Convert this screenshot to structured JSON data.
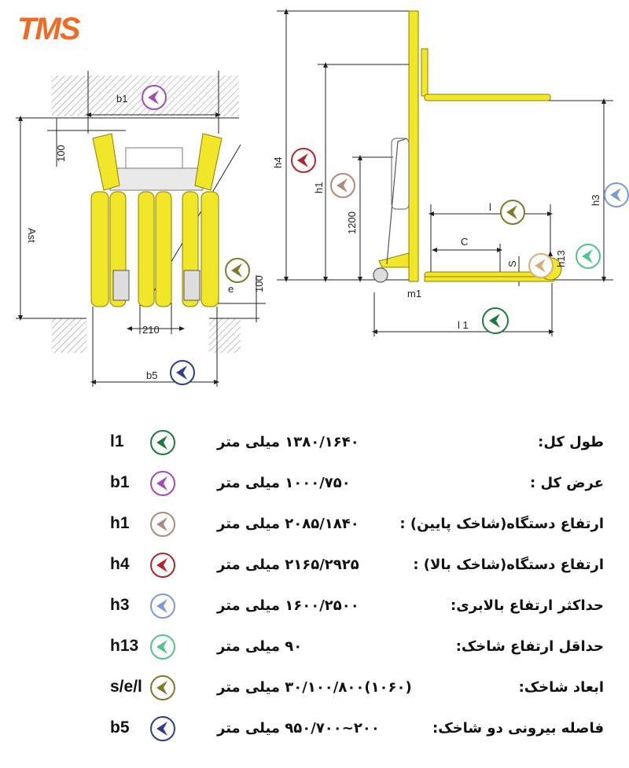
{
  "logo": {
    "text": "TMS",
    "color": "#f26a21"
  },
  "drawing": {
    "labels": {
      "b1": "b1",
      "d100_top": "100",
      "ast": "Ast",
      "d100_side": "100",
      "e": "e",
      "d210": "210",
      "b5": "b5",
      "h4": "h4",
      "h1": "h1",
      "d1200": "1200",
      "l": "l",
      "c": "C",
      "s": "S",
      "h13": "h13",
      "h3": "h3",
      "m1": "m1",
      "l1": "l 1"
    },
    "colors": {
      "frame": "#f2e629",
      "frame_stroke": "#8a7f00",
      "line": "#222222"
    }
  },
  "specs": [
    {
      "label": "طول کل:",
      "value": "۱۳۸۰/۱۶۴۰ میلی متر",
      "code": "l1",
      "badge_color": "#1e7a3a",
      "icon": "arrow-left-badge-icon"
    },
    {
      "label": "عرض کل :",
      "value": "۱۰۰۰/۷۵۰ میلی متر",
      "code": "b1",
      "badge_color": "#a24bbd",
      "icon": "arrow-left-badge-icon"
    },
    {
      "label": "ارتفاع دستگاه(شاخک پایین) :",
      "value": "۲۰۸۵/۱۸۴۰ میلی متر",
      "code": "h1",
      "badge_color": "#b08a78",
      "icon": "arrow-left-badge-icon"
    },
    {
      "label": "ارتفاع دستگاه(شاخک بالا) :",
      "value": "۲۱۶۵/۲۹۲۵ میلی متر",
      "code": "h4",
      "badge_color": "#b0272c",
      "icon": "arrow-left-badge-icon"
    },
    {
      "label": "حداکثر ارتفاع بالابری:",
      "value": "۱۶۰۰/۲۵۰۰ میلی متر",
      "code": "h3",
      "badge_color": "#7a9ad6",
      "icon": "arrow-left-badge-icon"
    },
    {
      "label": "حداقل ارتفاع شاخک:",
      "value": "۹۰ میلی متر",
      "code": "h13",
      "badge_color": "#4fc48a",
      "icon": "arrow-left-badge-icon"
    },
    {
      "label": "ابعاد شاخک:",
      "value": "(۱۰۶۰)۳۰/۱۰۰/۸۰۰ میلی متر",
      "code": "s/e/l",
      "badge_color": "#7d7a2a",
      "icon": "arrow-left-badge-icon"
    },
    {
      "label": "فاصله بیرونی دو شاخک:",
      "value": "۲۰۰~۹۵۰/۷۰۰ میلی متر",
      "code": "b5",
      "badge_color": "#2b3f8c",
      "icon": "arrow-left-badge-icon"
    }
  ]
}
